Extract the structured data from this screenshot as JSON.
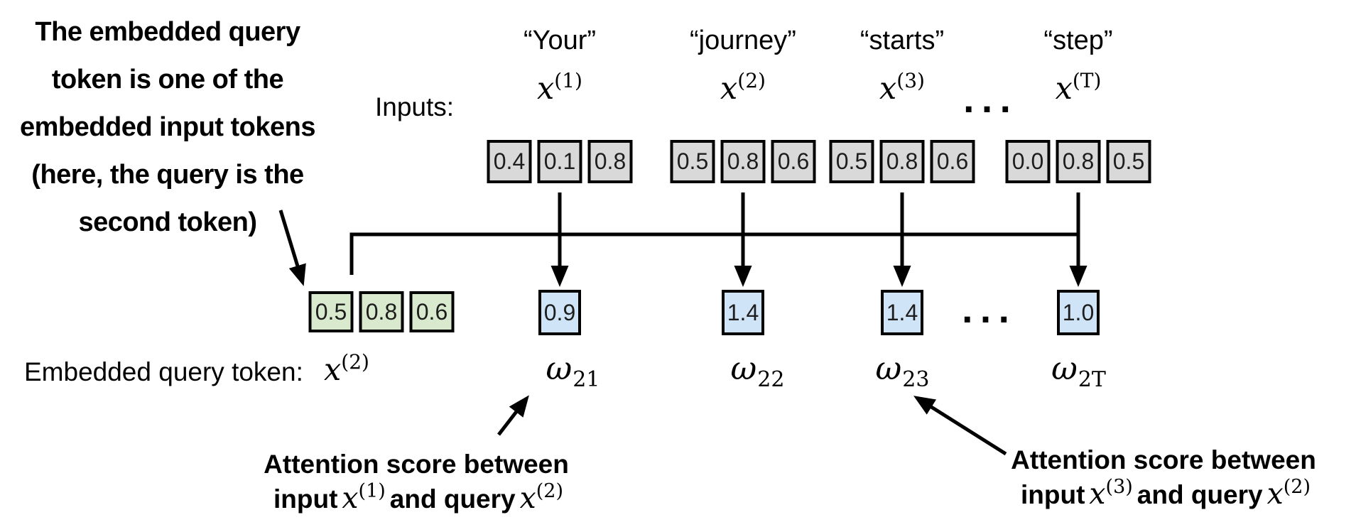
{
  "note": {
    "lines": [
      "The embedded query",
      "token is one of the",
      "embedded input tokens",
      "(here, the query is the",
      "second token)"
    ]
  },
  "inputs_label": "Inputs:",
  "ellipsis": "...",
  "columns": [
    {
      "word": "“Your”",
      "math": {
        "base": "x",
        "sup": "(1)"
      },
      "embedding": [
        "0.4",
        "0.1",
        "0.8"
      ],
      "score": "0.9",
      "omega": {
        "base": "ω",
        "sub": "21"
      }
    },
    {
      "word": "“journey”",
      "math": {
        "base": "x",
        "sup": "(2)"
      },
      "embedding": [
        "0.5",
        "0.8",
        "0.6"
      ],
      "score": "1.4",
      "omega": {
        "base": "ω",
        "sub": "22"
      }
    },
    {
      "word": "“starts”",
      "math": {
        "base": "x",
        "sup": "(3)"
      },
      "embedding": [
        "0.5",
        "0.8",
        "0.6"
      ],
      "score": "1.4",
      "omega": {
        "base": "ω",
        "sub": "23"
      }
    },
    {
      "word": "“step”",
      "math": {
        "base": "x",
        "sup": "(T)"
      },
      "embedding": [
        "0.0",
        "0.8",
        "0.5"
      ],
      "score": "1.0",
      "omega": {
        "base": "ω",
        "sub": "2T"
      }
    }
  ],
  "query": {
    "label": "Embedded query token:",
    "math": {
      "base": "x",
      "sup": "(2)"
    },
    "embedding": [
      "0.5",
      "0.8",
      "0.6"
    ]
  },
  "annotations": {
    "left": {
      "line1": "Attention score between",
      "l2_input": "input",
      "x1": {
        "base": "x",
        "sup": "(1)"
      },
      "l2_and": "and query",
      "x2": {
        "base": "x",
        "sup": "(2)"
      }
    },
    "right": {
      "line1": "Attention score between",
      "l2_input": "input",
      "x1": {
        "base": "x",
        "sup": "(3)"
      },
      "l2_and": "and query",
      "x2": {
        "base": "x",
        "sup": "(2)"
      }
    }
  },
  "colors": {
    "embedding_fill": "#d9d9d9",
    "query_fill": "#d8e9cd",
    "score_fill": "#cfe4f6",
    "box_border": "#000000",
    "line_color": "#000000",
    "text_color": "#000000"
  }
}
